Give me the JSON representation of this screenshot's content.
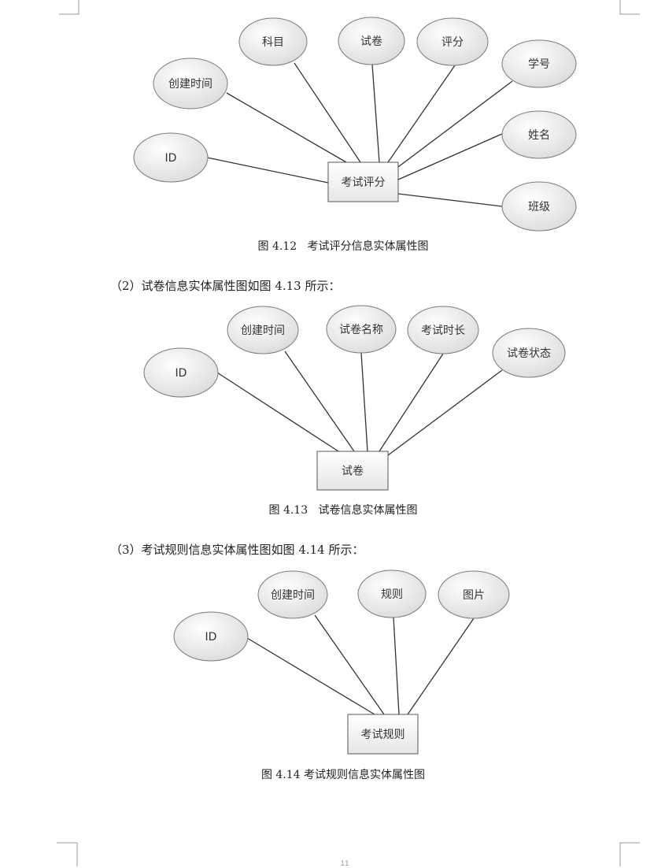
{
  "figures": [
    {
      "entity": "考试评分",
      "attributes": [
        "科目",
        "试卷",
        "评分",
        "学号",
        "创建时间",
        "姓名",
        "ID",
        "班级"
      ],
      "caption": "图 4.12   考试评分信息实体属性图"
    },
    {
      "entity": "试卷",
      "attributes": [
        "ID",
        "创建时间",
        "试卷名称",
        "考试时长",
        "试卷状态"
      ],
      "caption": "图 4.13   试卷信息实体属性图"
    },
    {
      "entity": "考试规则",
      "attributes": [
        "ID",
        "创建时间",
        "规则",
        "图片"
      ],
      "caption": "图 4.14 考试规则信息实体属性图"
    }
  ],
  "paragraphs": [
    "（2）试卷信息实体属性图如图 4.13 所示：",
    "（3）考试规则信息实体属性图如图 4.14 所示："
  ],
  "page_number": "11"
}
